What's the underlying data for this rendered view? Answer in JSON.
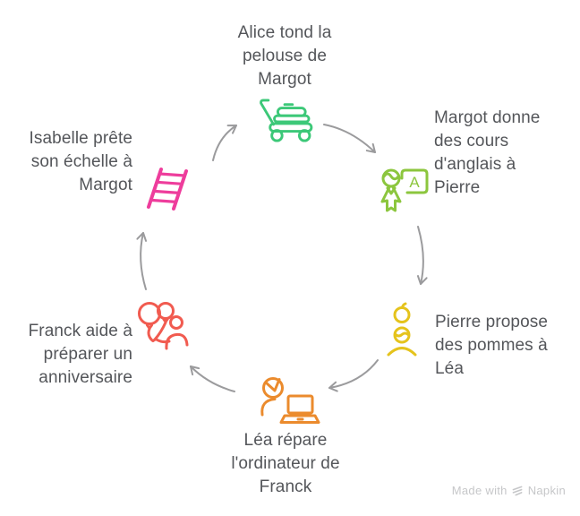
{
  "colors": {
    "background": "#FFFFFF",
    "text": "#54565A",
    "arrow": "#9B9B9D",
    "watermark": "#C6C7C9"
  },
  "cycle": {
    "steps": [
      {
        "name": "alice",
        "lines": [
          "Alice tond la",
          "pelouse de",
          "Margot"
        ],
        "icon": "lawnmower-icon",
        "color": "#3CC878"
      },
      {
        "name": "margot",
        "lines": [
          "Margot donne",
          "des cours",
          "d'anglais à",
          "Pierre"
        ],
        "icon": "teacher-board-icon",
        "color": "#8CC63E",
        "board_letter": "A"
      },
      {
        "name": "pierre",
        "lines": [
          "Pierre propose",
          "des pommes à",
          "Léa"
        ],
        "icon": "apple-person-icon",
        "color": "#E5C31C"
      },
      {
        "name": "lea",
        "lines": [
          "Léa répare",
          "l'ordinateur de",
          "Franck"
        ],
        "icon": "laptop-repair-icon",
        "color": "#EB8B2D"
      },
      {
        "name": "franck",
        "lines": [
          "Franck aide à",
          "préparer un",
          "anniversaire"
        ],
        "icon": "balloons-person-icon",
        "color": "#F15B50"
      },
      {
        "name": "isabelle",
        "lines": [
          "Isabelle prête",
          "son échelle à",
          "Margot"
        ],
        "icon": "ladder-icon",
        "color": "#EE3D9C"
      }
    ]
  },
  "watermark": {
    "made_with": "Made with",
    "brand": "Napkin"
  }
}
